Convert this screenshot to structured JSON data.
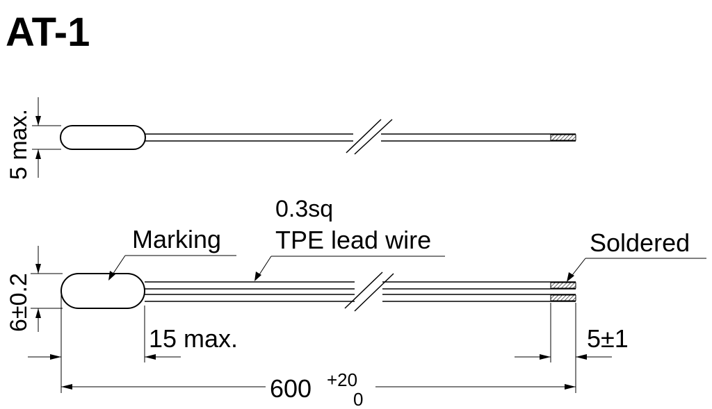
{
  "title": "AT-1",
  "top_view": {
    "dimension_label": "5 max."
  },
  "bottom_view": {
    "height_label": "6±0.2",
    "marking_label": "Marking",
    "wire_size_label": "0.3sq",
    "wire_type_label": "TPE lead wire",
    "soldered_label": "Soldered",
    "body_length_label": "15 max.",
    "strip_length_label": "5±1",
    "total_length": {
      "value": "600",
      "tol_upper": "+20",
      "tol_lower": "0"
    }
  }
}
